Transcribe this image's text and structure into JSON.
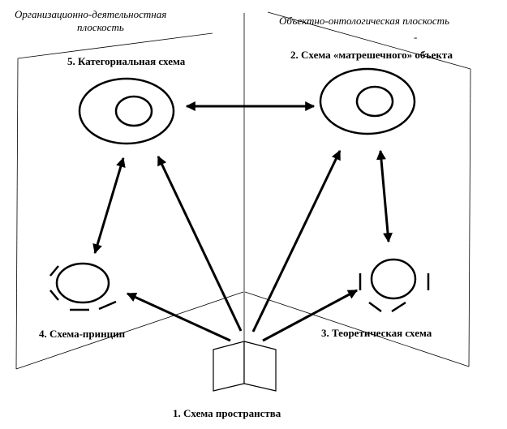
{
  "planes": {
    "left_line1": "Организационно-деятельностная",
    "left_line2": "плоскость",
    "right_line1": "Объектно-онтологическая плоскость",
    "right_dash": "-"
  },
  "nodes": {
    "categorial": "5. Категориальная схема",
    "matryoshka": "2. Схема «матрешечного» объекта",
    "principle": "4. Схема-принцип",
    "theoretical": "3. Теоретическая схема",
    "space": "1. Схема пространства"
  }
}
